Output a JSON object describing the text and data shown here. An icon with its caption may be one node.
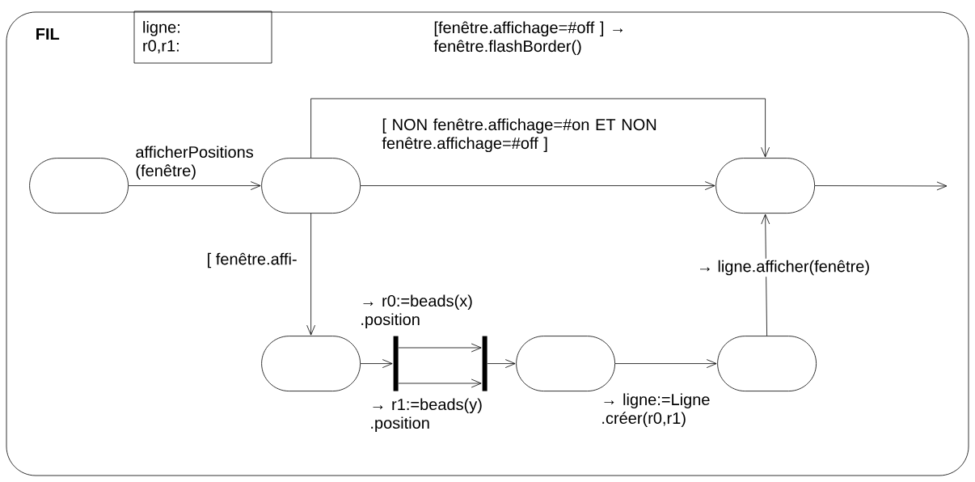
{
  "diagram": {
    "nodes": [
      {
        "text": [
          "FIL"
        ]
      },
      {
        "text": [
          "ligne:",
          "r0,r1:"
        ],
        "in": 0
      },
      {
        "text": [],
        "shape": "box",
        "in": 0
      },
      {
        "text": [],
        "shape": "box",
        "in": 0
      },
      {
        "text": [],
        "shape": "box",
        "in": 0
      },
      {
        "text": [],
        "shape": "box",
        "in": 0
      },
      {
        "text": [],
        "shape": "bar",
        "in": 0
      },
      {
        "text": [],
        "shape": "bar",
        "in": 0
      },
      {
        "text": [],
        "shape": "box",
        "in": 0
      },
      {
        "text": [],
        "shape": "box",
        "in": 0
      }
    ],
    "edges": [
      {
        "from": 2,
        "to": 3,
        "arrow": "to",
        "label": "afficherPositions (fenêtre)"
      },
      {
        "from": 3,
        "to": 4,
        "arrow": "to",
        "label": "[fenêtre.affichage=#off ] → fenêtre.flashBorder()"
      },
      {
        "from": 3,
        "to": 4,
        "arrow": "to",
        "label": "[ NON fenêtre.affichage=#on ET NON fenêtre.affichage=#off ]"
      },
      {
        "from": 3,
        "to": 5,
        "arrow": "to",
        "label": "[ fenêtre.affi-"
      },
      {
        "from": 5,
        "to": 6,
        "arrow": "to"
      },
      {
        "from": 6,
        "to": 7,
        "arrow": "to",
        "label": "→ r0:=beads(x) .position"
      },
      {
        "from": 6,
        "to": 7,
        "arrow": "to",
        "label": "→ r1:=beads(y) .position"
      },
      {
        "from": 7,
        "to": 8,
        "arrow": "to"
      },
      {
        "from": 8,
        "to": 9,
        "arrow": "to",
        "label": "→ ligne:=Ligne .créer(r0,r1)"
      },
      {
        "from": 9,
        "to": 4,
        "arrow": "to",
        "label": "→ ligne.afficher(fenêtre)"
      },
      {
        "from": 4,
        "to": null,
        "arrow": "to"
      }
    ]
  }
}
